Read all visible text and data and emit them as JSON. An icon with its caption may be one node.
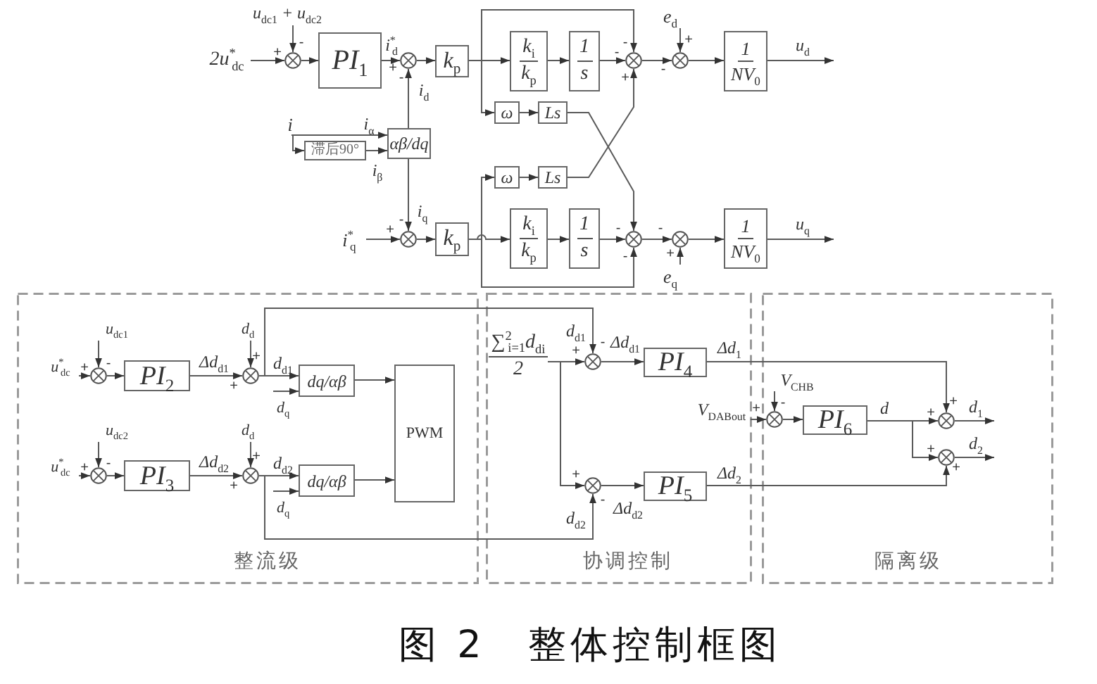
{
  "diagram": {
    "caption": "图 2　整体控制框图",
    "nodes": [
      {
        "text": [
          "u$_{dc1}$ + u$_{dc2}$"
        ]
      },
      {
        "text": [
          "2u$^{*}$$_{dc}$"
        ]
      },
      {
        "text": [],
        "shape": "circle",
        "beside": [
          "+",
          "-"
        ]
      },
      {
        "text": [
          "PI$_{1}$"
        ]
      },
      {
        "text": [],
        "shape": "circle",
        "beside": [
          "+",
          "-"
        ]
      },
      {
        "text": [
          "k$_{p}$"
        ]
      },
      {
        "text": [
          "k$_{i}$",
          "k$_{p}$"
        ]
      },
      {
        "text": [
          "1",
          "s"
        ]
      },
      {
        "text": [],
        "shape": "circle",
        "beside": [
          "-",
          "-",
          "+"
        ]
      },
      {
        "text": [
          "e$_{d}$"
        ]
      },
      {
        "text": [],
        "shape": "circle",
        "beside": [
          "+",
          "-"
        ]
      },
      {
        "text": [
          "1",
          "NV$_{0}$"
        ]
      },
      {
        "text": [
          "ω"
        ]
      },
      {
        "text": [
          "Ls"
        ]
      },
      {
        "text": [
          "i"
        ]
      },
      {
        "text": [
          "滞后90°"
        ]
      },
      {
        "text": [
          "αβ/dq"
        ]
      },
      {
        "text": [
          "ω"
        ]
      },
      {
        "text": [
          "Ls"
        ]
      },
      {
        "text": [
          "i$^{*}$$_{q}$"
        ]
      },
      {
        "text": [],
        "shape": "circle",
        "beside": [
          "+",
          "-"
        ]
      },
      {
        "text": [
          "k$_{p}$"
        ]
      },
      {
        "text": [
          "k$_{i}$",
          "k$_{p}$"
        ]
      },
      {
        "text": [
          "1",
          "s"
        ]
      },
      {
        "text": [],
        "shape": "circle",
        "beside": [
          "-",
          "-"
        ]
      },
      {
        "text": [],
        "shape": "circle",
        "beside": [
          "-",
          "+"
        ]
      },
      {
        "text": [
          "1",
          "NV$_{0}$"
        ]
      },
      {
        "text": [
          "e$_{q}$"
        ]
      },
      {
        "text": [
          "整流级"
        ]
      },
      {
        "text": [
          "协调控制"
        ]
      },
      {
        "text": [
          "隔离级"
        ]
      },
      {
        "text": [
          "u$_{dc1}$"
        ],
        "in": 28
      },
      {
        "text": [
          "d$_{d}$"
        ],
        "in": 28
      },
      {
        "text": [
          "u$^{*}$$_{dc}$"
        ],
        "in": 28
      },
      {
        "text": [],
        "shape": "circle",
        "beside": [
          "+",
          "-"
        ],
        "in": 28
      },
      {
        "text": [
          "PI$_{2}$"
        ],
        "in": 28
      },
      {
        "text": [],
        "shape": "circle",
        "beside": [
          "+",
          "+"
        ],
        "in": 28
      },
      {
        "text": [
          "dq/αβ"
        ],
        "in": 28
      },
      {
        "text": [
          "d$_{q}$"
        ],
        "in": 28
      },
      {
        "text": [
          "PWM"
        ],
        "in": 28
      },
      {
        "text": [
          "u$_{dc2}$"
        ],
        "in": 28
      },
      {
        "text": [
          "d$_{d}$"
        ],
        "in": 28
      },
      {
        "text": [
          "u$^{*}$$_{dc}$"
        ],
        "in": 28
      },
      {
        "text": [],
        "shape": "circle",
        "beside": [
          "+",
          "-"
        ],
        "in": 28
      },
      {
        "text": [
          "PI$_{3}$"
        ],
        "in": 28
      },
      {
        "text": [],
        "shape": "circle",
        "beside": [
          "+",
          "+"
        ],
        "in": 28
      },
      {
        "text": [
          "dq/αβ"
        ],
        "in": 28
      },
      {
        "text": [
          "d$_{q}$"
        ],
        "in": 28
      },
      {
        "text": [
          "∑$^{2}$$_{i=1}$d$_{di}$",
          "2"
        ],
        "in": 29
      },
      {
        "text": [],
        "shape": "circle",
        "beside": [
          "+",
          "-"
        ],
        "in": 29
      },
      {
        "text": [
          "PI$_{4}$"
        ],
        "in": 29
      },
      {
        "text": [
          "V$_{DABout}$"
        ],
        "in": 29
      },
      {
        "text": [],
        "shape": "circle",
        "beside": [
          "+",
          "-"
        ],
        "in": 29
      },
      {
        "text": [
          "PI$_{5}$"
        ],
        "in": 29
      },
      {
        "text": [
          "V$_{CHB}$"
        ],
        "in": 30
      },
      {
        "text": [],
        "shape": "circle",
        "beside": [
          "+",
          "-"
        ],
        "in": 30
      },
      {
        "text": [
          "PI$_{6}$"
        ],
        "in": 30
      },
      {
        "text": [],
        "shape": "circle",
        "beside": [
          "+",
          "+"
        ],
        "in": 30
      },
      {
        "text": [],
        "shape": "circle",
        "beside": [
          "+",
          "+"
        ],
        "in": 30
      }
    ],
    "edges": [
      {
        "from": 0,
        "to": 2,
        "arrow": "to"
      },
      {
        "from": 1,
        "to": 2,
        "arrow": "to"
      },
      {
        "from": 2,
        "to": 3,
        "arrow": "to"
      },
      {
        "from": 3,
        "to": 4,
        "arrow": "to",
        "label": "i$^{*}$$_{d}$"
      },
      {
        "from": 16,
        "to": 4,
        "arrow": "to",
        "label": "i$_{d}$"
      },
      {
        "from": 4,
        "to": 5,
        "arrow": "to"
      },
      {
        "from": 5,
        "to": 6,
        "arrow": "to"
      },
      {
        "from": 5,
        "to": 12,
        "arrow": "to"
      },
      {
        "from": 5,
        "to": 8,
        "arrow": "to"
      },
      {
        "from": 6,
        "to": 7,
        "arrow": "to"
      },
      {
        "from": 7,
        "to": 8,
        "arrow": "to"
      },
      {
        "from": 8,
        "to": 10,
        "arrow": "to"
      },
      {
        "from": 9,
        "to": 10,
        "arrow": "to"
      },
      {
        "from": 10,
        "to": 11,
        "arrow": "to"
      },
      {
        "from": 11,
        "to": null,
        "arrow": "to",
        "label": "u$_{d}$"
      },
      {
        "from": 12,
        "to": 13,
        "arrow": "to"
      },
      {
        "from": 13,
        "to": 24,
        "arrow": "to"
      },
      {
        "from": 14,
        "to": 16,
        "arrow": "to",
        "label": "i$_{α}$"
      },
      {
        "from": 14,
        "to": 15,
        "arrow": "to"
      },
      {
        "from": 15,
        "to": 16,
        "arrow": "to",
        "label": "i$_{β}$"
      },
      {
        "from": 16,
        "to": 20,
        "arrow": "to",
        "label": "i$_{q}$"
      },
      {
        "from": 17,
        "to": 18,
        "arrow": "to"
      },
      {
        "from": 18,
        "to": 8,
        "arrow": "to"
      },
      {
        "from": 19,
        "to": 20,
        "arrow": "to"
      },
      {
        "from": 20,
        "to": 21,
        "arrow": "to"
      },
      {
        "from": 21,
        "to": 22,
        "arrow": "to"
      },
      {
        "from": 21,
        "to": 17,
        "arrow": "to"
      },
      {
        "from": 21,
        "to": 24,
        "arrow": "to"
      },
      {
        "from": 22,
        "to": 23,
        "arrow": "to"
      },
      {
        "from": 23,
        "to": 24,
        "arrow": "to"
      },
      {
        "from": 24,
        "to": 25,
        "arrow": "to"
      },
      {
        "from": 27,
        "to": 25,
        "arrow": "to"
      },
      {
        "from": 25,
        "to": 26,
        "arrow": "to"
      },
      {
        "from": 26,
        "to": null,
        "arrow": "to",
        "label": "u$_{q}$"
      },
      {
        "from": 33,
        "to": 34,
        "arrow": "to"
      },
      {
        "from": 31,
        "to": 34,
        "arrow": "to"
      },
      {
        "from": 34,
        "to": 35,
        "arrow": "to"
      },
      {
        "from": 35,
        "to": 36,
        "arrow": "to",
        "label": "Δd$_{d1}$"
      },
      {
        "from": 32,
        "to": 36,
        "arrow": "to"
      },
      {
        "from": 36,
        "to": 37,
        "arrow": "to",
        "label": "d$_{d1}$"
      },
      {
        "from": 38,
        "to": 37,
        "arrow": "to"
      },
      {
        "from": 37,
        "to": 39,
        "arrow": "to"
      },
      {
        "from": 36,
        "to": 49,
        "arrow": "to",
        "label": "d$_{d1}$"
      },
      {
        "from": 42,
        "to": 43,
        "arrow": "to"
      },
      {
        "from": 40,
        "to": 43,
        "arrow": "to"
      },
      {
        "from": 43,
        "to": 44,
        "arrow": "to"
      },
      {
        "from": 44,
        "to": 45,
        "arrow": "to",
        "label": "Δd$_{d2}$"
      },
      {
        "from": 41,
        "to": 45,
        "arrow": "to"
      },
      {
        "from": 45,
        "to": 46,
        "arrow": "to",
        "label": "d$_{d2}$"
      },
      {
        "from": 47,
        "to": 46,
        "arrow": "to"
      },
      {
        "from": 46,
        "to": 39,
        "arrow": "to"
      },
      {
        "from": 45,
        "to": 52,
        "arrow": "to",
        "label": "d$_{d2}$"
      },
      {
        "from": 48,
        "to": 49,
        "arrow": "to"
      },
      {
        "from": 48,
        "to": 52,
        "arrow": "to"
      },
      {
        "from": 49,
        "to": 50,
        "arrow": "to",
        "label": "Δd$_{d1}$"
      },
      {
        "from": 52,
        "to": 53,
        "arrow": "to",
        "label": "Δd$_{d2}$"
      },
      {
        "from": 50,
        "to": 57,
        "arrow": "to",
        "label": "Δd$_{1}$"
      },
      {
        "from": 53,
        "to": 58,
        "arrow": "to",
        "label": "Δd$_{2}$"
      },
      {
        "from": 51,
        "to": 55,
        "arrow": "to"
      },
      {
        "from": 54,
        "to": 55,
        "arrow": "to"
      },
      {
        "from": 55,
        "to": 56,
        "arrow": "to"
      },
      {
        "from": 56,
        "to": 57,
        "arrow": "to",
        "label": "d"
      },
      {
        "from": 56,
        "to": 58,
        "arrow": "to"
      },
      {
        "from": 57,
        "to": null,
        "arrow": "to",
        "label": "d$_{1}$"
      },
      {
        "from": 58,
        "to": null,
        "arrow": "to",
        "label": "d$_{2}$"
      }
    ]
  }
}
